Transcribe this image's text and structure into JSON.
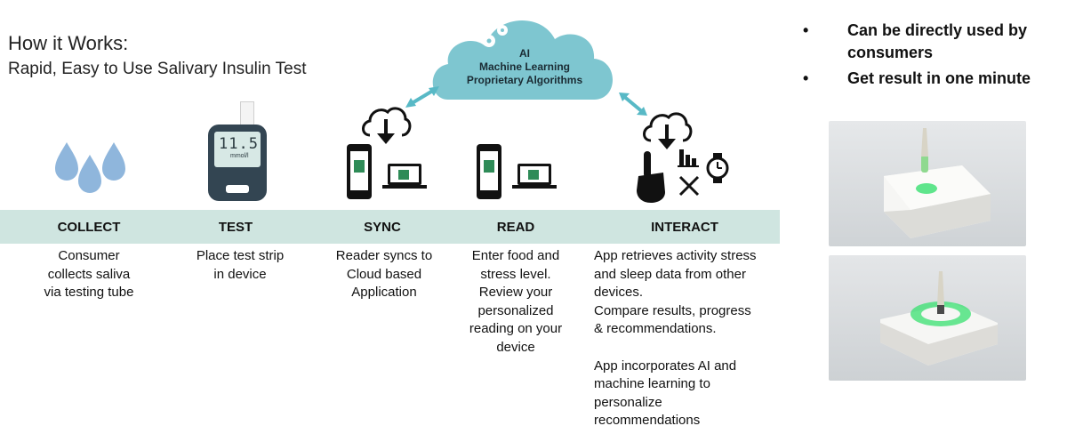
{
  "header": {
    "title": "How it Works:",
    "subtitle": "Rapid, Easy to Use Salivary Insulin Test"
  },
  "cloud": {
    "line1": "AI",
    "line2": "Machine Learning",
    "line3": "Proprietary Algorithms"
  },
  "meter": {
    "reading": "11.5",
    "unit": "mmol/l"
  },
  "steps": [
    {
      "label": "COLLECT",
      "desc_lines": [
        "Consumer",
        "collects saliva",
        "via testing tube"
      ]
    },
    {
      "label": "TEST",
      "desc_lines": [
        "Place test strip",
        "in device"
      ]
    },
    {
      "label": "SYNC",
      "desc_lines": [
        "Reader syncs to",
        "Cloud based",
        "Application"
      ]
    },
    {
      "label": "READ",
      "desc_lines": [
        "Enter food and",
        "stress level.",
        "Review your",
        "personalized",
        "reading on your",
        "device"
      ]
    },
    {
      "label": "INTERACT",
      "desc_lines": [
        "App retrieves activity stress",
        "and sleep data from other",
        "devices.",
        "Compare results, progress",
        "& recommendations.",
        "",
        "App incorporates AI and",
        "machine learning to",
        "personalize",
        "recommendations"
      ]
    }
  ],
  "bullets": [
    {
      "line1": "Can be directly used by",
      "line2": "consumers"
    },
    {
      "line1": "Get result in one minute",
      "line2": ""
    }
  ],
  "colors": {
    "band": "#cfe5e0",
    "cloud": "#7ec6d0",
    "drop": "#8fb6dc",
    "teal_arrow": "#58b9c6",
    "glow": "#38e070"
  }
}
